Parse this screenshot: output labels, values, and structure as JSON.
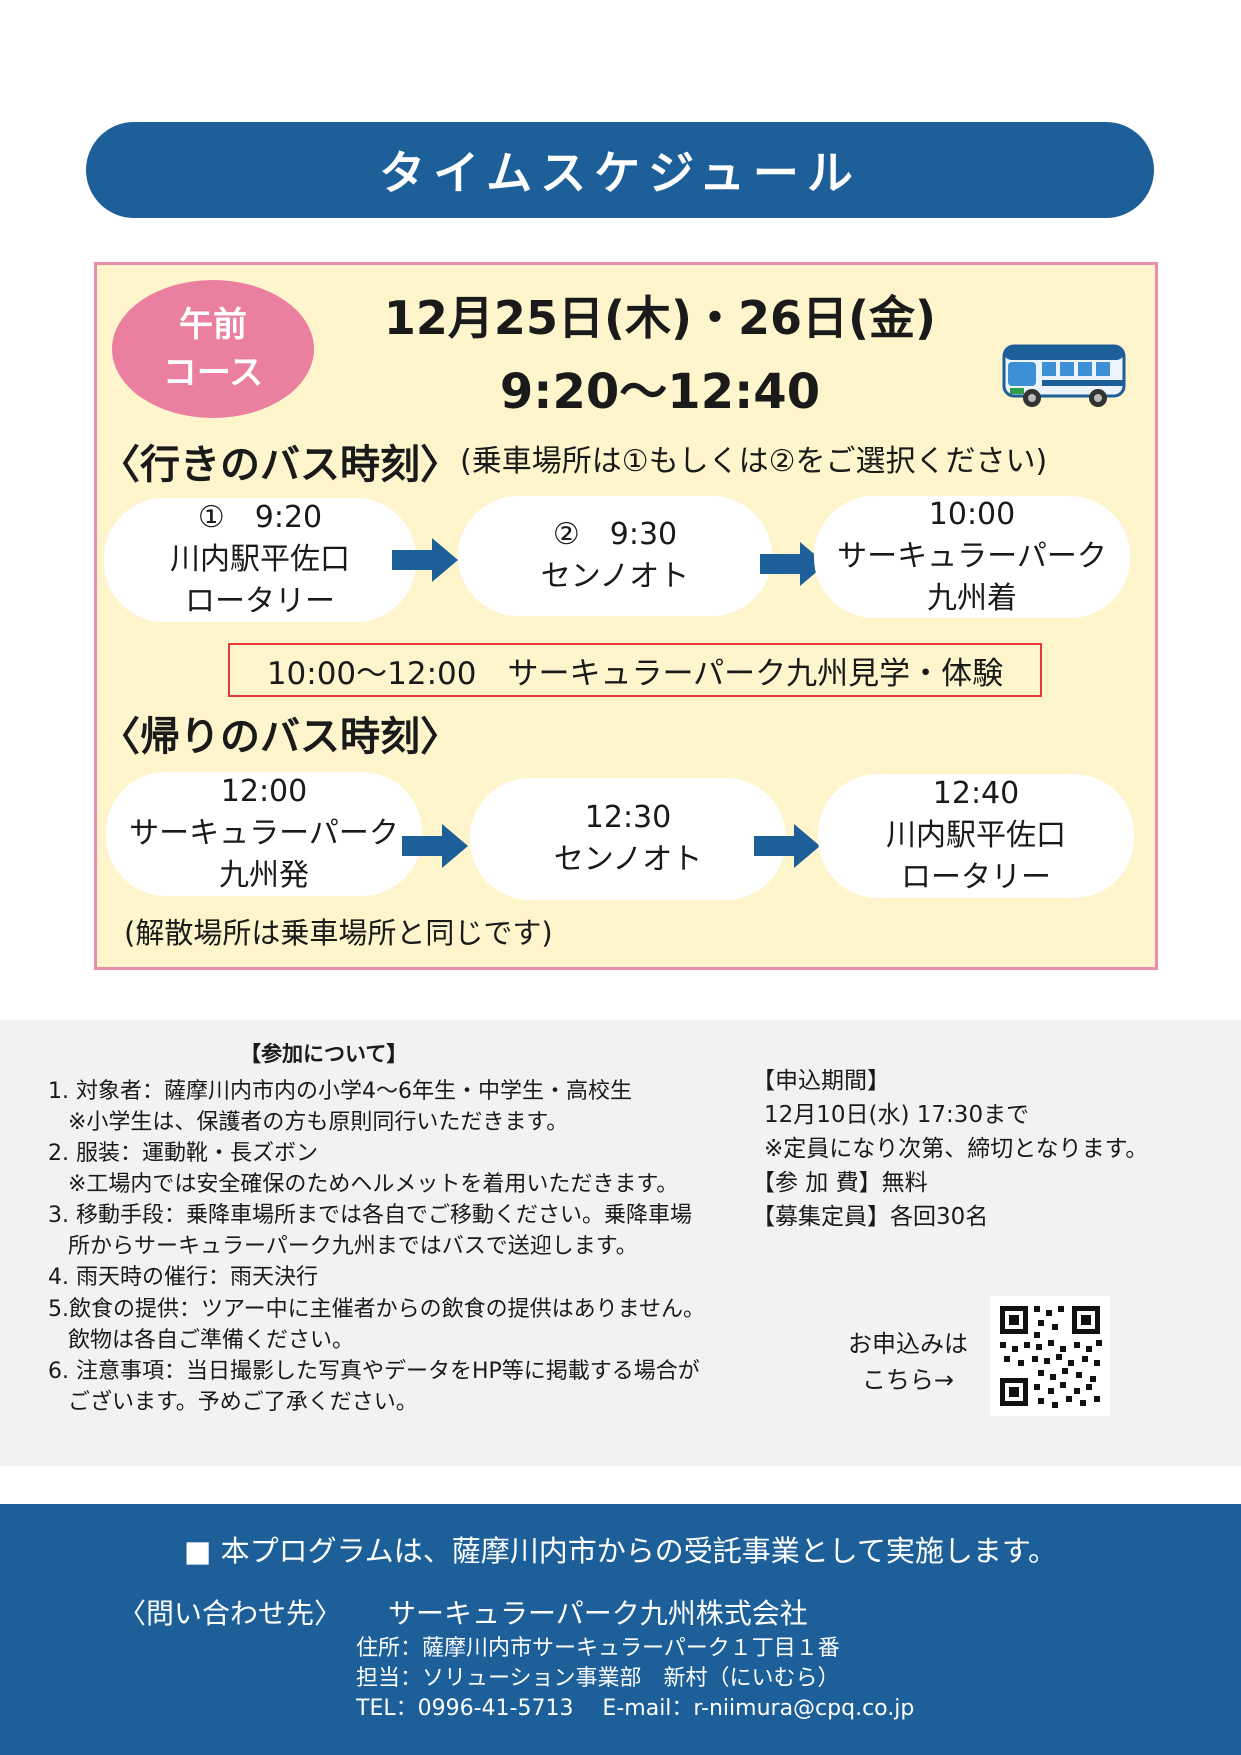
{
  "title": "タイムスケジュール",
  "course": {
    "badge_line1": "午前",
    "badge_line2": "コース"
  },
  "date": "12月25日(木)・26日(金)",
  "time": "9:20〜12:40",
  "go": {
    "heading": "〈行きのバス時刻〉",
    "note": "(乗車場所は①もしくは②をご選択ください)",
    "stops": [
      {
        "time": "①　9:20",
        "place1": "川内駅平佐口",
        "place2": "ロータリー"
      },
      {
        "time": "②　9:30",
        "place1": "センノオト",
        "place2": ""
      },
      {
        "time": "10:00",
        "place1": "サーキュラーパーク",
        "place2": "九州着"
      }
    ]
  },
  "tour": "10:00〜12:00　サーキュラーパーク九州見学・体験",
  "return": {
    "heading": "〈帰りのバス時刻〉",
    "stops": [
      {
        "time": "12:00",
        "place1": "サーキュラーパーク",
        "place2": "九州発"
      },
      {
        "time": "12:30",
        "place1": "センノオト",
        "place2": ""
      },
      {
        "time": "12:40",
        "place1": "川内駅平佐口",
        "place2": "ロータリー"
      }
    ],
    "note": "(解散場所は乗車場所と同じです)"
  },
  "info": {
    "heading": "【参加について】",
    "items": [
      {
        "main": "1. 対象者：薩摩川内市内の小学4〜6年生・中学生・高校生",
        "sub": "※小学生は、保護者の方も原則同行いただきます。"
      },
      {
        "main": "2. 服装：運動靴・長ズボン",
        "sub": "※工場内では安全確保のためヘルメットを着用いただきます。"
      },
      {
        "main": "3. 移動手段：乗降車場所までは各自でご移動ください。乗降車場",
        "sub": "所からサーキュラーパーク九州まではバスで送迎します。"
      },
      {
        "main": "4. 雨天時の催行：雨天決行",
        "sub": ""
      },
      {
        "main": "5.飲食の提供：ツアー中に主催者からの飲食の提供はありません。",
        "sub": "飲物は各自ご準備ください。"
      },
      {
        "main": "6. 注意事項：当日撮影した写真やデータをHP等に掲載する場合が",
        "sub": "ございます。予めご了承ください。"
      }
    ]
  },
  "application": {
    "period_label": "【申込期間】",
    "period_value": "12月10日(水) 17:30まで",
    "period_note": "※定員になり次第、締切となります。",
    "fee": "【参 加 費】無料",
    "capacity": "【募集定員】各回30名",
    "qr_label1": "お申込みは",
    "qr_label2": "こちら→"
  },
  "footer": {
    "line1": "■ 本プログラムは、薩摩川内市からの受託事業として実施します。",
    "contact_label": "〈問い合わせ先〉",
    "company": "サーキュラーパーク九州株式会社",
    "address": "住所：薩摩川内市サーキュラーパーク１丁目１番",
    "person": "担当：ソリューション事業部　新村（にいむら）",
    "tel_email": "TEL：0996-41-5713　 E-mail：r-niimura@cpq.co.jp"
  },
  "colors": {
    "brand_blue": "#1c5f99",
    "pink": "#ea7fa0",
    "cream": "#fff5cc",
    "red_border": "#e53935"
  }
}
